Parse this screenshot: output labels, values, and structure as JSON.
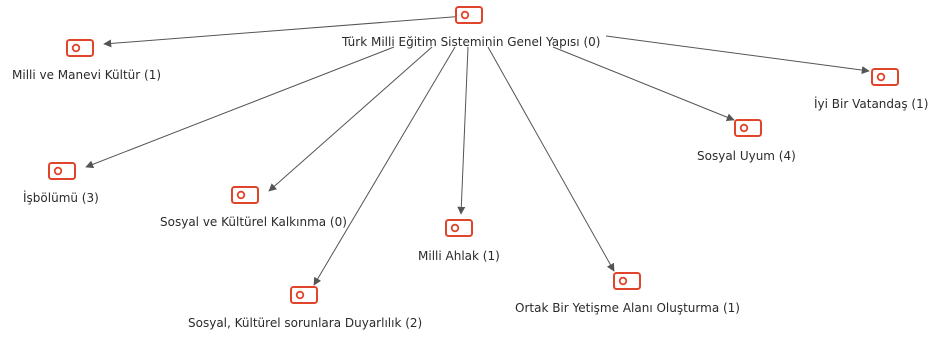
{
  "diagram": {
    "root": {
      "label": "Türk Milli Eğitim Sisteminin Genel Yapısı (0)",
      "icon": "code-tag-icon"
    },
    "children": [
      {
        "id": "milli-manevi",
        "label": "Milli ve Manevi Kültür (1)",
        "icon": "code-tag-icon"
      },
      {
        "id": "isbolumu",
        "label": "İşbölümü (3)",
        "icon": "code-tag-icon"
      },
      {
        "id": "sosyal-kulturel-kalkinma",
        "label": "Sosyal ve Kültürel Kalkınma (0)",
        "icon": "code-tag-icon"
      },
      {
        "id": "sosyal-kulturel-duyarlilik",
        "label": "Sosyal, Kültürel sorunlara Duyarlılık (2)",
        "icon": "code-tag-icon"
      },
      {
        "id": "milli-ahlak",
        "label": "Milli Ahlak (1)",
        "icon": "code-tag-icon"
      },
      {
        "id": "ortak-yetisme",
        "label": "Ortak Bir Yetişme Alanı Oluşturma (1)",
        "icon": "code-tag-icon"
      },
      {
        "id": "sosyal-uyum",
        "label": "Sosyal Uyum (4)",
        "icon": "code-tag-icon"
      },
      {
        "id": "iyi-vatandas",
        "label": "İyi Bir Vatandaş (1)",
        "icon": "code-tag-icon"
      }
    ],
    "colors": {
      "icon": "#e0452b",
      "edge": "#555555",
      "text": "#2b2b2b"
    }
  }
}
